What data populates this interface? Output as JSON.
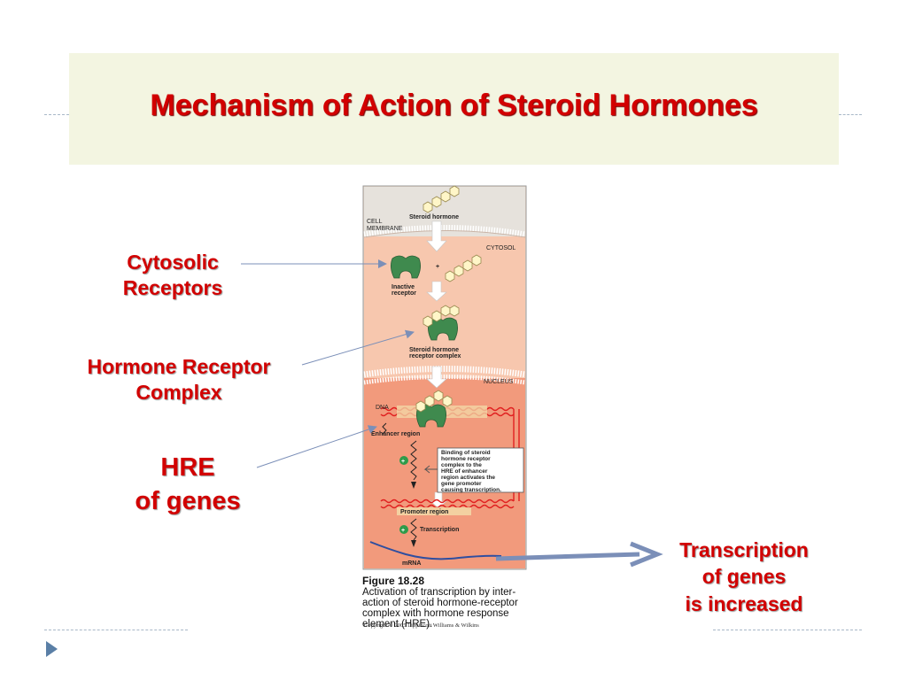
{
  "slide": {
    "title": "Mechanism of Action of Steroid Hormones",
    "labels": {
      "cytosolic_1": "Cytosolic",
      "cytosolic_2": "Receptors",
      "complex_1": "Hormone Receptor",
      "complex_2": "Complex",
      "hre_1": "HRE",
      "hre_2": "of genes",
      "transcription_1": "Transcription",
      "transcription_2": "of genes",
      "transcription_3": "is increased"
    }
  },
  "figure": {
    "steroid_hormone": "Steroid hormone",
    "cell_membrane_1": "CELL",
    "cell_membrane_2": "MEMBRANE",
    "cytosol": "CYTOSOL",
    "inactive_receptor_1": "Inactive",
    "inactive_receptor_2": "receptor",
    "plus": "+",
    "complex_1": "Steroid hormone",
    "complex_2": "receptor complex",
    "nucleus": "NUCLEUS",
    "dna": "DNA",
    "enhancer_region": "Enhancer region",
    "binding_note": [
      "Binding of steroid",
      "hormone receptor",
      "complex to the",
      "HRE of enhancer",
      "region activates the",
      "gene promoter",
      "causing transcription."
    ],
    "promoter_region": "Promoter region",
    "transcription": "Transcription",
    "mrna": "mRNA",
    "plus_sign": "+",
    "caption_title": "Figure 18.28",
    "caption_lines": [
      "Activation of transcription by inter-",
      "action of steroid hormone-receptor",
      "complex with hormone response",
      "element (HRE)."
    ],
    "copyright": "Copyright © 2005 Lippincott Williams & Wilkins"
  },
  "colors": {
    "title_red": "#d20000",
    "title_band": "#f3f5e1",
    "arrow_blue": "#7b8fb8",
    "receptor_green": "#3f8a4e",
    "dna_red": "#e02020"
  }
}
